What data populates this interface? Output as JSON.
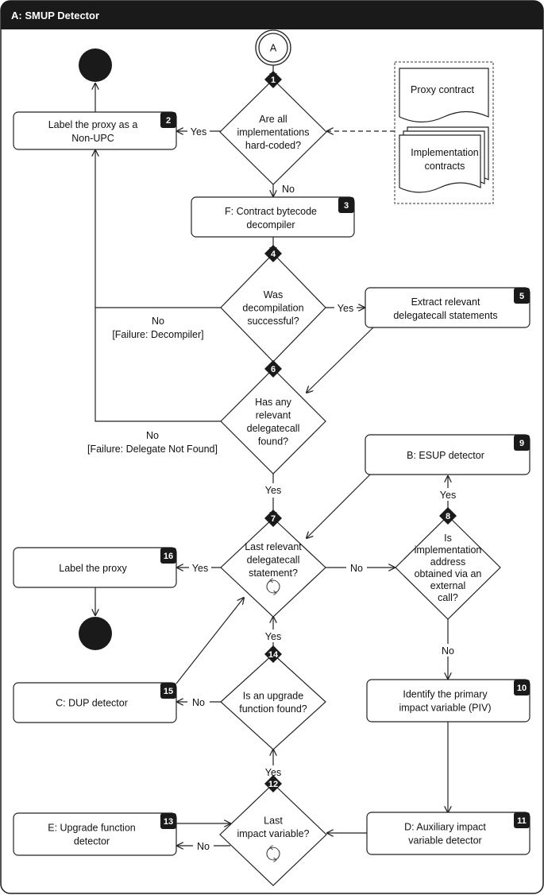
{
  "header": {
    "title": "A: SMUP Detector"
  },
  "connector": {
    "label": "A"
  },
  "documents": {
    "proxy": "Proxy contract",
    "impl_line1": "Implementation",
    "impl_line2": "contracts"
  },
  "nodes": {
    "n1": {
      "num": "1",
      "lines": [
        "Are all",
        "implementations",
        "hard-coded?"
      ]
    },
    "n2": {
      "num": "2",
      "lines": [
        "Label the proxy as a",
        "Non-UPC"
      ]
    },
    "n3": {
      "num": "3",
      "lines": [
        "F: Contract bytecode",
        "decompiler"
      ]
    },
    "n4": {
      "num": "4",
      "lines": [
        "Was",
        "decompilation",
        "successful?"
      ]
    },
    "n5": {
      "num": "5",
      "lines": [
        "Extract relevant",
        "delegatecall statements"
      ]
    },
    "n6": {
      "num": "6",
      "lines": [
        "Has any",
        "relevant",
        "delegatecall",
        "found?"
      ]
    },
    "n7": {
      "num": "7",
      "lines": [
        "Last relevant",
        "delegatecall",
        "statement?"
      ]
    },
    "n8": {
      "num": "8",
      "lines": [
        "Is",
        "implementation",
        "address",
        "obtained via an",
        "external",
        "call?"
      ]
    },
    "n9": {
      "num": "9",
      "lines": [
        "B: ESUP detector"
      ]
    },
    "n10": {
      "num": "10",
      "lines": [
        "Identify the primary",
        "impact variable (PIV)"
      ]
    },
    "n11": {
      "num": "11",
      "lines": [
        "D: Auxiliary impact",
        "variable detector"
      ]
    },
    "n12": {
      "num": "12",
      "lines": [
        "Last",
        "impact variable?"
      ]
    },
    "n13": {
      "num": "13",
      "lines": [
        "E: Upgrade function",
        "detector"
      ]
    },
    "n14": {
      "num": "14",
      "lines": [
        "Is an upgrade",
        "function found?"
      ]
    },
    "n15": {
      "num": "15",
      "lines": [
        "C: DUP detector"
      ]
    },
    "n16": {
      "num": "16",
      "lines": [
        "Label the proxy"
      ]
    }
  },
  "edges": {
    "yes": "Yes",
    "no": "No",
    "fail_decompiler": "[Failure: Decompiler]",
    "fail_delegate": "[Failure: Delegate Not Found]"
  }
}
